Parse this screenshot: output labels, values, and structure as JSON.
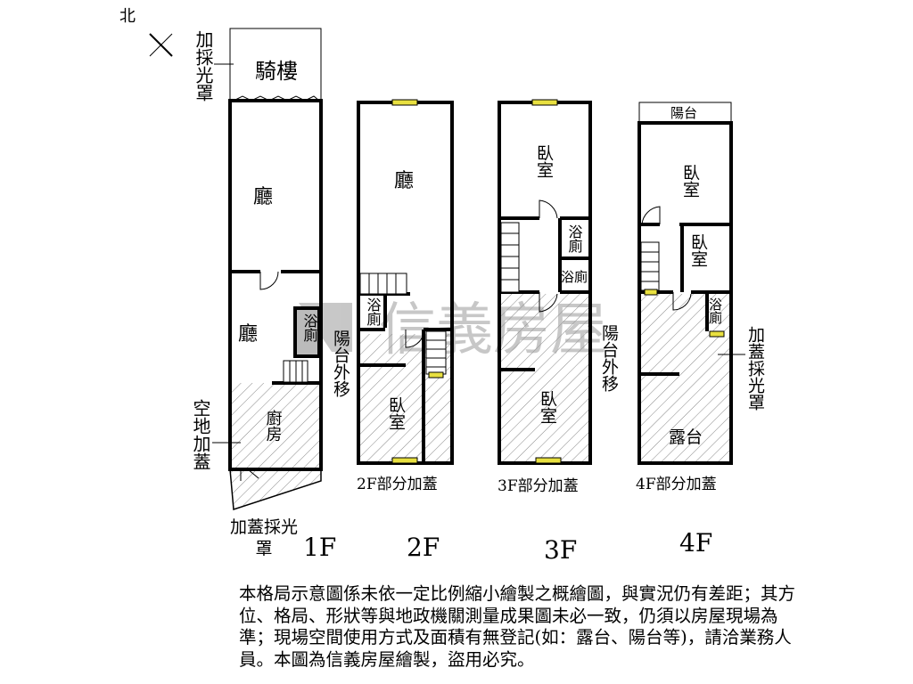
{
  "compass": {
    "north": "北"
  },
  "floors": [
    {
      "label": "1F",
      "rooms": [
        "騎樓",
        "廳",
        "廳",
        "浴廁",
        "廚房"
      ],
      "notes": [
        "加採光罩",
        "空地加蓋",
        "加蓋採光罩"
      ]
    },
    {
      "label": "2F",
      "rooms": [
        "廳",
        "浴廁",
        "臥室"
      ],
      "notes": [
        "陽台外移",
        "2F部分加蓋"
      ]
    },
    {
      "label": "3F",
      "rooms": [
        "臥室",
        "浴廁",
        "浴廁",
        "臥室"
      ],
      "notes": [
        "陽台外移",
        "3F部分加蓋"
      ]
    },
    {
      "label": "4F",
      "rooms": [
        "陽台",
        "臥室",
        "臥室",
        "浴廁",
        "露台"
      ],
      "notes": [
        "加蓋採光罩",
        "4F部分加蓋"
      ]
    }
  ],
  "watermark": {
    "brand": "信義房屋"
  },
  "disclaimer": "本格局示意圖係未依一定比例縮小繪製之概繪圖，與實況仍有差距；其方位、格局、形狀等與地政機關測量成果圖未必一致，仍須以房屋現場為準；現場空間使用方式及面積有無登記(如：露台、陽台等)，請洽業務人員。本圖為信義房屋繪製，盜用必究。",
  "colors": {
    "wall": "#000000",
    "window": "#e8e040",
    "hatch": "#888888",
    "watermark": "#9a9a9a"
  }
}
